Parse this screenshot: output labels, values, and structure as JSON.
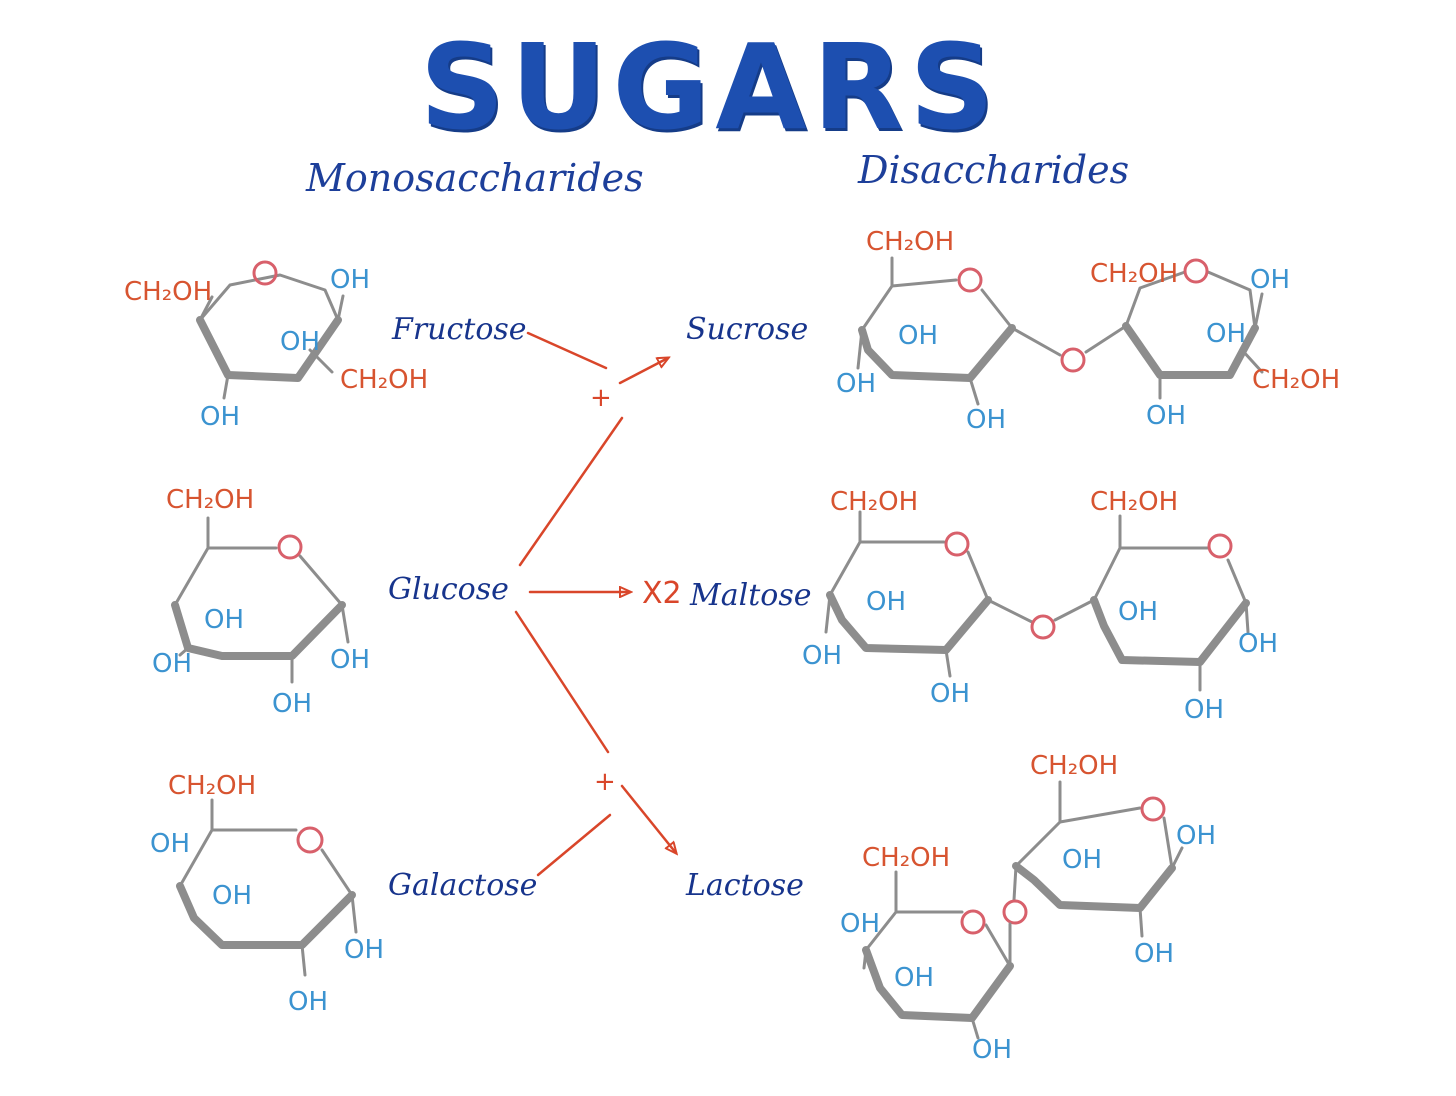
{
  "title": "SUGARS",
  "headers": {
    "mono": "Monosaccharides",
    "di": "Disaccharides"
  },
  "mono": {
    "fructose": "Fructose",
    "glucose": "Glucose",
    "galactose": "Galactose"
  },
  "di": {
    "sucrose": "Sucrose",
    "maltose": "Maltose",
    "lactose": "Lactose"
  },
  "glucose_multiplier": "X2",
  "plus_sign": "+",
  "groups": {
    "oh": "OH",
    "ch2oh": "CH₂OH"
  },
  "colors": {
    "title": "#1d4fb0",
    "names": "#17348c",
    "hydroxyl": "#3b93d0",
    "ch2oh": "#d75430",
    "oxygen": "#d8606b",
    "arrows": "#d9462a",
    "bonds": "#8d8d8d"
  }
}
